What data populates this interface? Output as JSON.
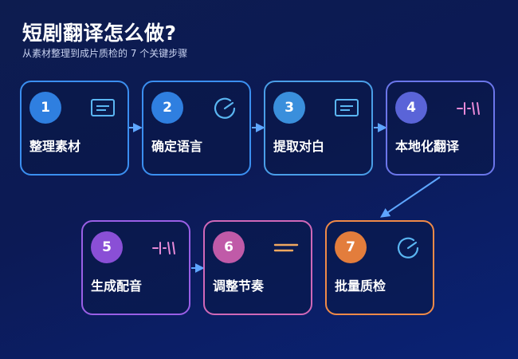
{
  "title": "短剧翻译怎么做?",
  "subtitle": "从素材整理到成片质检的 7 个关键步骤",
  "steps": [
    {
      "number": "1",
      "label": "整理素材",
      "icon": "document-icon",
      "color": "#2f7fe0",
      "border": "#3b8ff0"
    },
    {
      "number": "2",
      "label": "确定语言",
      "icon": "refresh-icon",
      "color": "#2f7fe0",
      "border": "#3b8ff0"
    },
    {
      "number": "3",
      "label": "提取对白",
      "icon": "document-icon",
      "color": "#3a8fdc",
      "border": "#4a9ee8"
    },
    {
      "number": "4",
      "label": "本地化翻译",
      "icon": "waveform-icon",
      "color": "#5a64d8",
      "border": "#6b76ea"
    },
    {
      "number": "5",
      "label": "生成配音",
      "icon": "waveform-icon",
      "color": "#8a4fd6",
      "border": "#9a5fe6"
    },
    {
      "number": "6",
      "label": "调整节奏",
      "icon": "lines-icon",
      "color": "#c05aa8",
      "border": "#d068b8"
    },
    {
      "number": "7",
      "label": "批量质检",
      "icon": "refresh-icon",
      "color": "#e37d3c",
      "border": "#f08a48"
    }
  ],
  "colors": {
    "arrow": "#5ea6ff",
    "icon_blue": "#5ab6f2",
    "icon_pink": "#e88ad8",
    "icon_orange": "#f0a860"
  }
}
